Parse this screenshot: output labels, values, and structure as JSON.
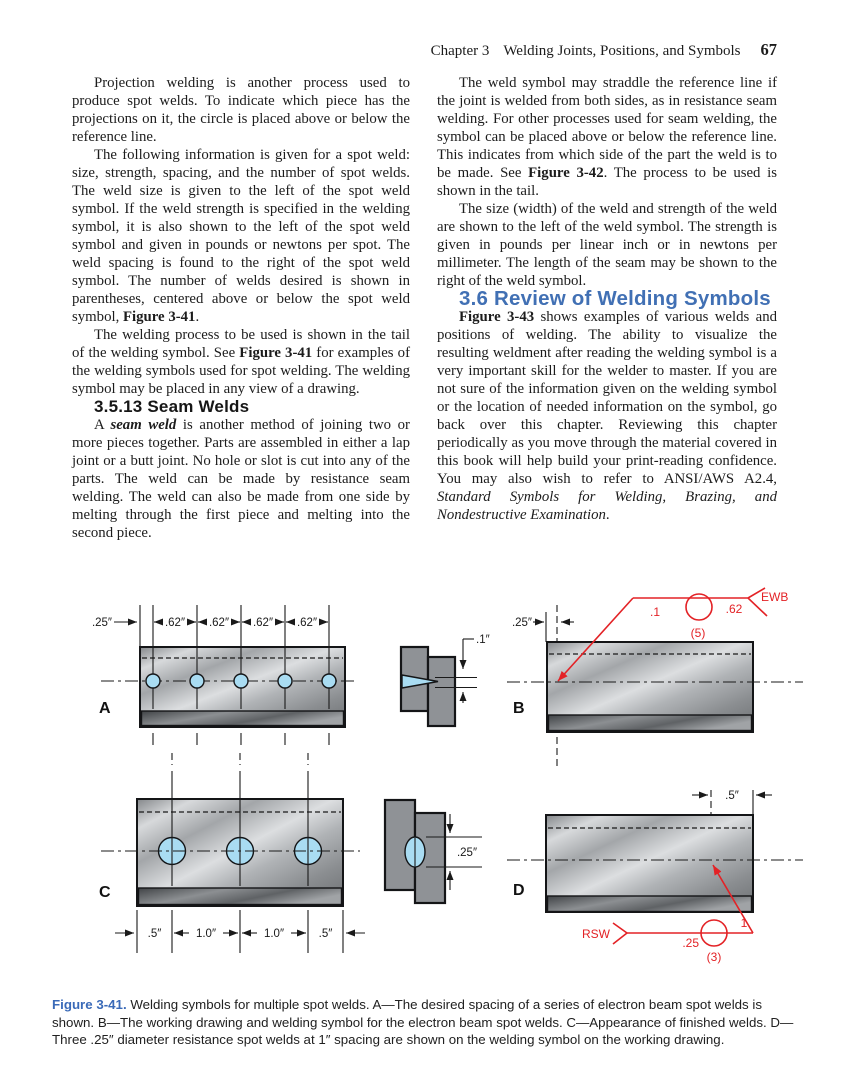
{
  "header": {
    "chapter": "Chapter 3",
    "title": "Welding Joints, Positions, and Symbols",
    "page_number": "67"
  },
  "left_column": {
    "p1": "Projection welding is another process used to produce spot welds. To indicate which piece has the projections on it, the circle is placed above or below the reference line.",
    "p2_pre": "The following information is given for a spot weld: size, strength, spacing, and the number of spot welds. The weld size is given to the left of the spot weld symbol. If the weld strength is specified in the welding symbol, it is also shown to the left of the spot weld symbol and given in pounds or newtons per spot. The weld spacing is found to the right of the spot weld symbol. The number of welds desired is shown in parentheses, centered above or below the spot weld symbol, ",
    "p2_figref": "Figure 3-41",
    "p2_post": ".",
    "p3_pre": "The welding process to be used is shown in the tail of the welding symbol. See ",
    "p3_figref": "Figure 3-41",
    "p3_post": " for examples of the welding symbols used for spot welding. The welding symbol may be placed in any view of a drawing.",
    "heading": "3.5.13 Seam Welds",
    "p4_pre": "A ",
    "p4_term": "seam weld",
    "p4_post": " is another method of joining two or more pieces together. Parts are assembled in either a lap joint or a butt joint. No hole or slot is cut into any of the parts. The weld can be made by resistance seam welding. The weld can also be made from one side by melting through the first piece and melting into the second piece."
  },
  "right_column": {
    "p1_pre": "The weld symbol may straddle the reference line if the joint is welded from both sides, as in resistance seam welding. For other processes used for seam welding, the symbol can be placed above or below the reference line. This indicates from which side of the part the weld is to be made. See ",
    "p1_figref": "Figure 3-42",
    "p1_post": ". The process to be used is shown in the tail.",
    "p2": "The size (width) of the weld and strength of the weld are shown to the left of the weld symbol. The strength is given in pounds per linear inch or in newtons per millimeter. The length of the seam may be shown to the right of the weld symbol.",
    "heading": "3.6 Review of Welding Symbols",
    "p3_figref": "Figure 3-43",
    "p3_mid": " shows examples of various welds and positions of welding. The ability to visualize the resulting weldment after reading the welding symbol is a very important skill for the welder to master. If you are not sure of the information given on the welding symbol or the location of needed information on the symbol, go back over this chapter. Reviewing this chapter periodically as you move through the material covered in this book will help build your print-reading confidence. You may also wish to refer to ANSI/AWS A2.4, ",
    "p3_italic": "Standard Symbols for Welding, Brazing, and Nondestructive Examination",
    "p3_post": "."
  },
  "figure": {
    "labels": {
      "a": "A",
      "b": "B",
      "c": "C",
      "d": "D"
    },
    "dims": {
      "a_edge": ".25″",
      "a_pitch": ".62″",
      "side_top": ".1″",
      "b_edge": ".25″",
      "b_size": ".1",
      "b_pitch": ".62",
      "b_count": "(5)",
      "b_process": "EWB",
      "c_edge": ".5″",
      "c_pitch": "1.0″",
      "side_bottom": ".25″",
      "d_dim": ".5″",
      "d_size": ".25",
      "d_count": "(3)",
      "d_pitch": "1",
      "d_process": "RSW"
    },
    "caption_label": "Figure 3-41.",
    "caption_text": "Welding symbols for multiple spot welds. A—The desired spacing of a series of electron beam spot welds is shown. B—The working drawing and welding symbol for the electron beam spot welds. C—Appearance of finished welds. D—Three .25″ diameter resistance spot welds at 1″ spacing are shown on the welding symbol on the working drawing."
  },
  "colors": {
    "heading_blue": "#4170b4",
    "caption_blue": "#3a6ab8",
    "symbol_red": "#e32226",
    "weld_blue": "#a9dcf2"
  }
}
